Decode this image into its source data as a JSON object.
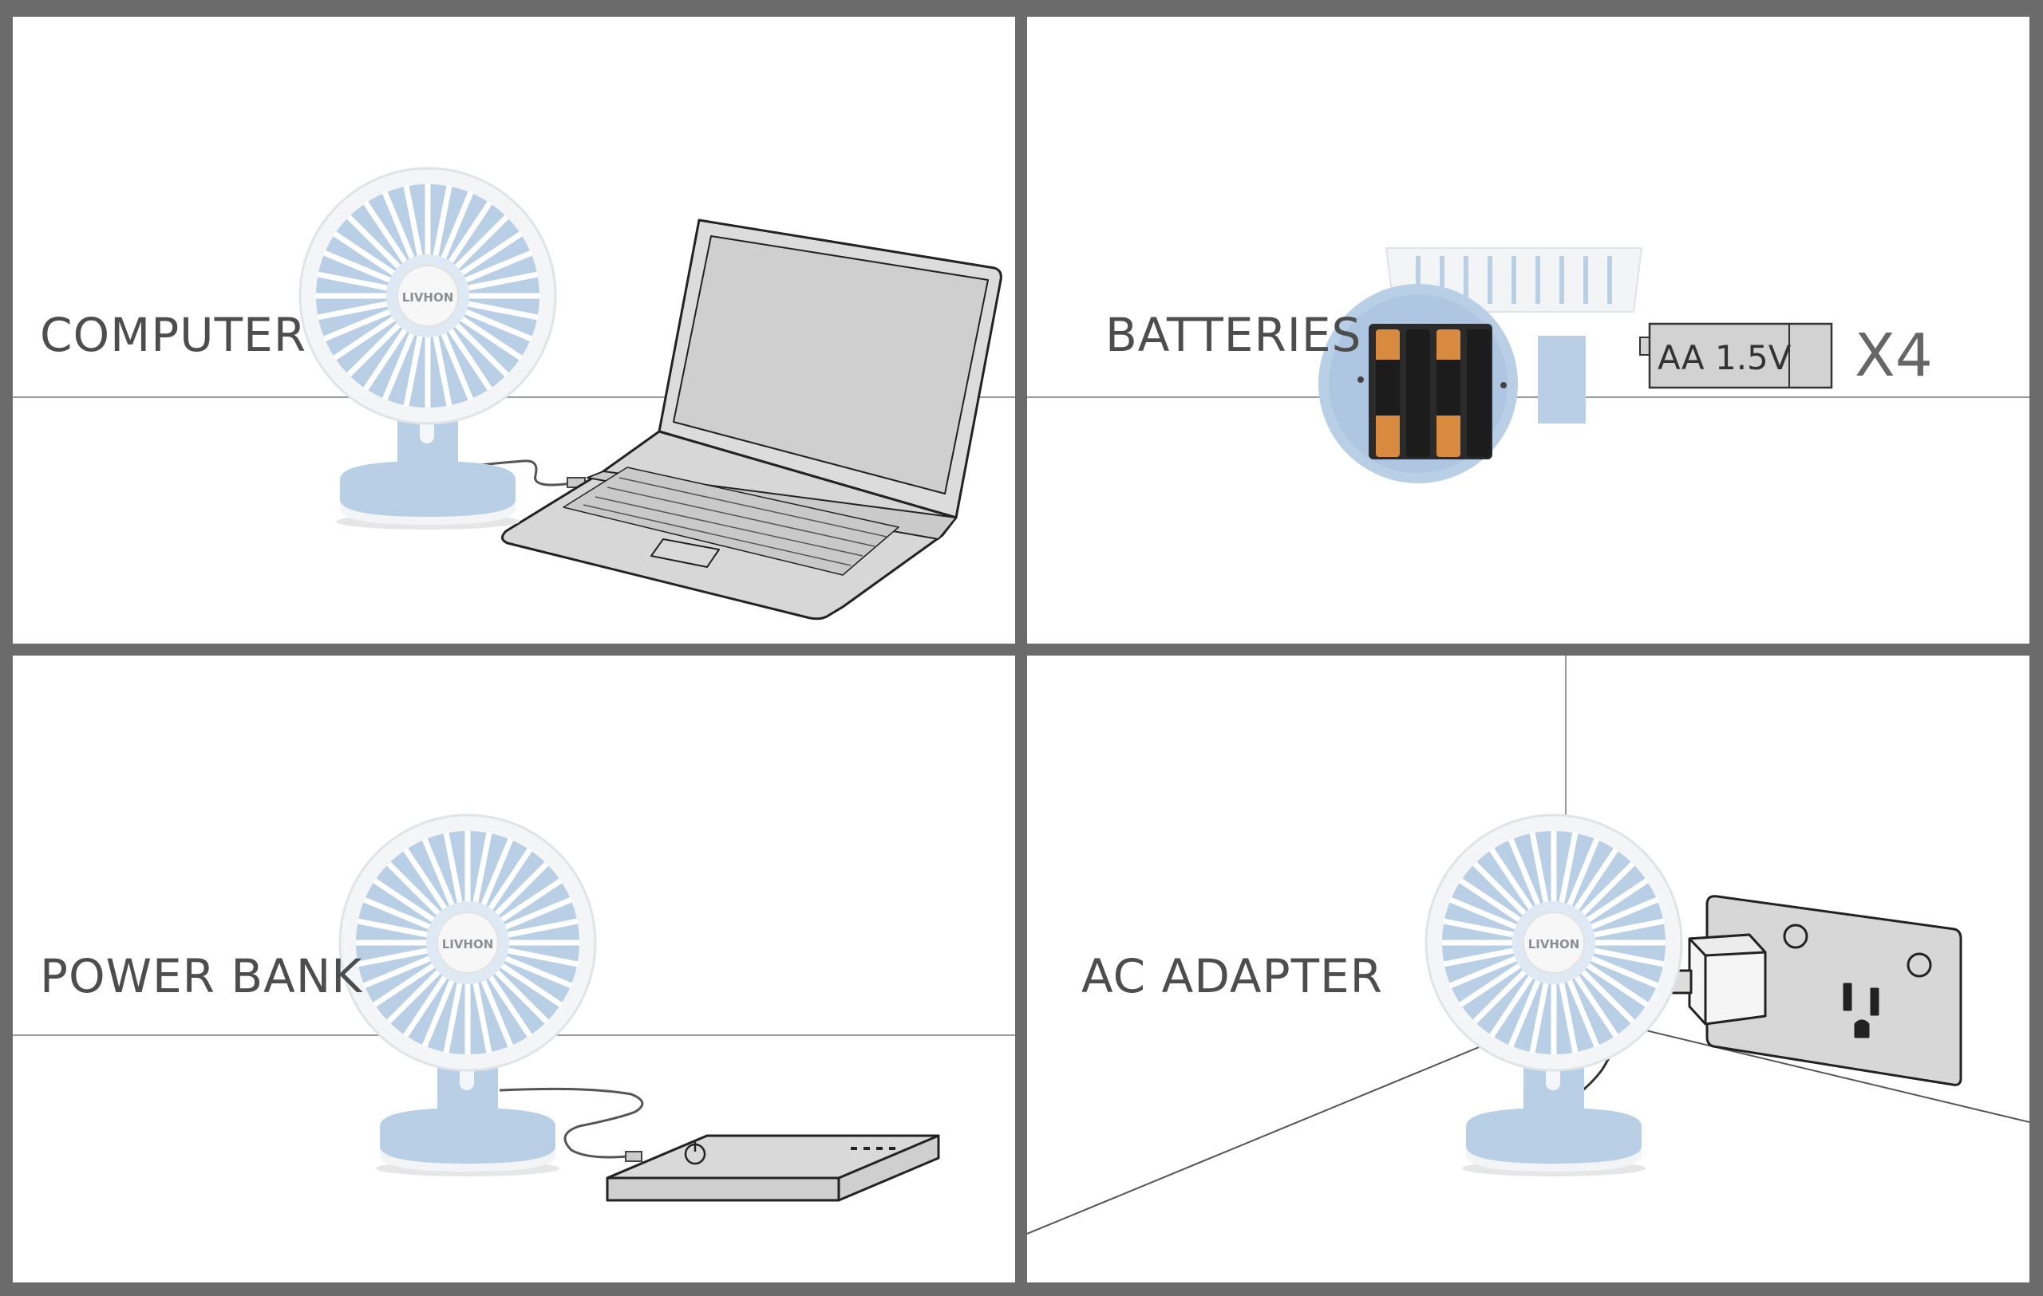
{
  "panels": [
    {
      "id": "computer",
      "label": "COMPUTER"
    },
    {
      "id": "batteries",
      "label": "BATTERIES",
      "battery_label": "AA 1.5V",
      "multiplier": "X4"
    },
    {
      "id": "power-bank",
      "label": "POWER BANK"
    },
    {
      "id": "ac-adapter",
      "label": "AC ADAPTER"
    }
  ],
  "brand": "LIVHON",
  "colors": {
    "fan_blue": "#b9cfe6",
    "fan_white": "#f4f6f8",
    "line_gray": "#9a9a9a",
    "device_gray": "#d2d2d2",
    "frame_gray": "#6b6b6b"
  },
  "icons": [
    "desk-fan-icon",
    "laptop-icon",
    "battery-icon",
    "power-bank-icon",
    "wall-outlet-icon",
    "usb-cable-icon"
  ]
}
